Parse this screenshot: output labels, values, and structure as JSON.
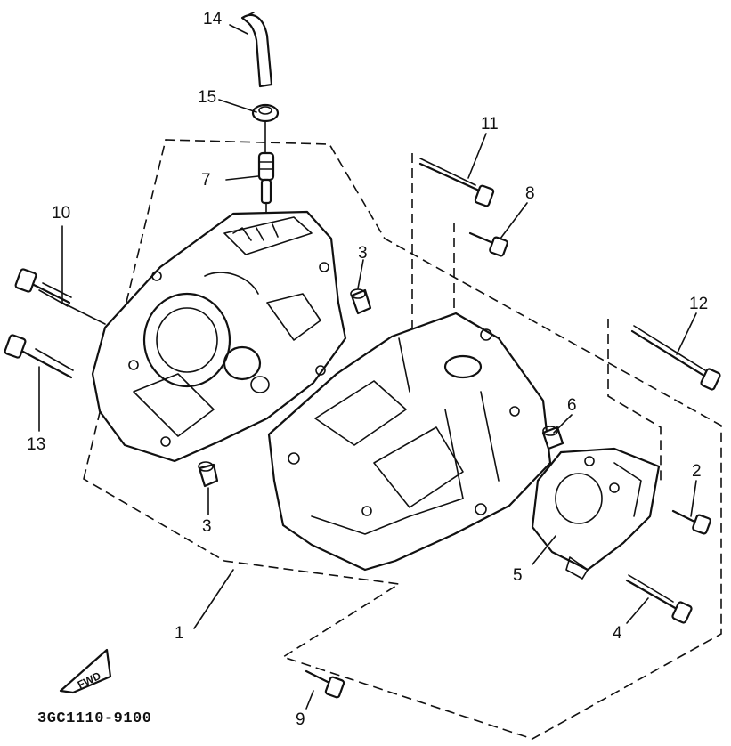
{
  "diagram": {
    "callouts": {
      "c1": "1",
      "c2": "2",
      "c3a": "3",
      "c3b": "3",
      "c4": "4",
      "c5": "5",
      "c6": "6",
      "c7": "7",
      "c8": "8",
      "c9": "9",
      "c10": "10",
      "c11": "11",
      "c12": "12",
      "c13": "13",
      "c14": "14",
      "c15": "15"
    },
    "fwd_arrow_label": "FWD",
    "part_code": "3GC1110-9100"
  }
}
